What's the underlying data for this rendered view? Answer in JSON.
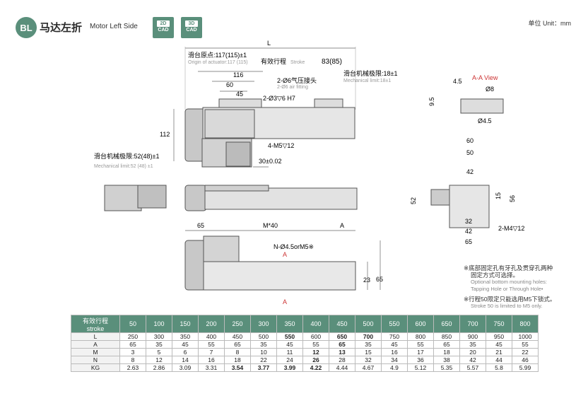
{
  "header": {
    "badge": "BL",
    "title": "马达左折",
    "subtitle": "Motor Left Side",
    "cad2d_top": "2D",
    "cad2d": "CAD",
    "cad3d_top": "3D",
    "cad3d": "CAD",
    "unit": "单位 Unit：mm"
  },
  "dims": {
    "L": "L",
    "d116": "116",
    "d60": "60",
    "d45": "45",
    "d112": "112",
    "origin_cn": "滑台原点:117(115)±1",
    "origin_en": "Origin of actuator:117 (115)",
    "stroke_cn": "有效行程",
    "stroke_en": "Stroke",
    "stroke_val": "83(85)",
    "air_cn": "2-Ø6气压接头",
    "air_en": "2-Ø6 air fitting",
    "mech18_cn": "滑台机械极限:18±1",
    "mech18_en": "Mechanical limit:18±1",
    "hole_h7": "2-Ø3▽6 H7",
    "m5": "4-M5▽12",
    "mech52_cn": "滑台机械极限:52(48)±1",
    "mech52_en": "Mechanical limit:52 (48) ±1",
    "d30": "30±0.02",
    "d65": "65",
    "m40": "M*40",
    "A": "A",
    "nhole": "N-Ø4.5orM5※",
    "d23": "23",
    "d65v": "65",
    "aa_title": "A-A View",
    "aa_45": "4.5",
    "aa_8": "Ø8",
    "aa_95": "9.5",
    "aa_d45": "Ø4.5",
    "s60": "60",
    "s50": "50",
    "s42": "42",
    "s15": "15",
    "s56": "56",
    "s52": "52",
    "s32": "32",
    "s42b": "42",
    "s65": "65",
    "s_m4": "2-M4▽12",
    "A_mark": "A"
  },
  "notes": [
    {
      "cn": "※底部固定孔有牙孔及贯穿孔两种",
      "en": ""
    },
    {
      "cn": "固定方式可选择。",
      "en": ""
    },
    {
      "cn": "",
      "en": "Optional bottom mounting holes:"
    },
    {
      "cn": "",
      "en": "Tapping Hole or Through Hole•"
    },
    {
      "cn": "※行程50限定只能选用M5下锁式。",
      "en": ""
    },
    {
      "cn": "",
      "en": "Stroke 50 is limited to M5 only."
    }
  ],
  "table": {
    "header_cn": "有效行程",
    "header_en": "stroke",
    "strokes": [
      "50",
      "100",
      "150",
      "200",
      "250",
      "300",
      "350",
      "400",
      "450",
      "500",
      "550",
      "600",
      "650",
      "700",
      "750",
      "800"
    ],
    "rows": [
      {
        "label": "L",
        "values": [
          "250",
          "300",
          "350",
          "400",
          "450",
          "500",
          "550",
          "600",
          "650",
          "700",
          "750",
          "800",
          "850",
          "900",
          "950",
          "1000"
        ]
      },
      {
        "label": "A",
        "values": [
          "65",
          "35",
          "45",
          "55",
          "65",
          "35",
          "45",
          "55",
          "65",
          "35",
          "45",
          "55",
          "65",
          "35",
          "45",
          "55"
        ]
      },
      {
        "label": "M",
        "values": [
          "3",
          "5",
          "6",
          "7",
          "8",
          "10",
          "11",
          "12",
          "13",
          "15",
          "16",
          "17",
          "18",
          "20",
          "21",
          "22"
        ]
      },
      {
        "label": "N",
        "values": [
          "8",
          "12",
          "14",
          "16",
          "18",
          "22",
          "24",
          "26",
          "28",
          "32",
          "34",
          "36",
          "38",
          "42",
          "44",
          "46"
        ]
      },
      {
        "label": "KG",
        "values": [
          "2.63",
          "2.86",
          "3.09",
          "3.31",
          "3.54",
          "3.77",
          "3.99",
          "4.22",
          "4.44",
          "4.67",
          "4.9",
          "5.12",
          "5.35",
          "5.57",
          "5.8",
          "5.99"
        ]
      }
    ]
  }
}
